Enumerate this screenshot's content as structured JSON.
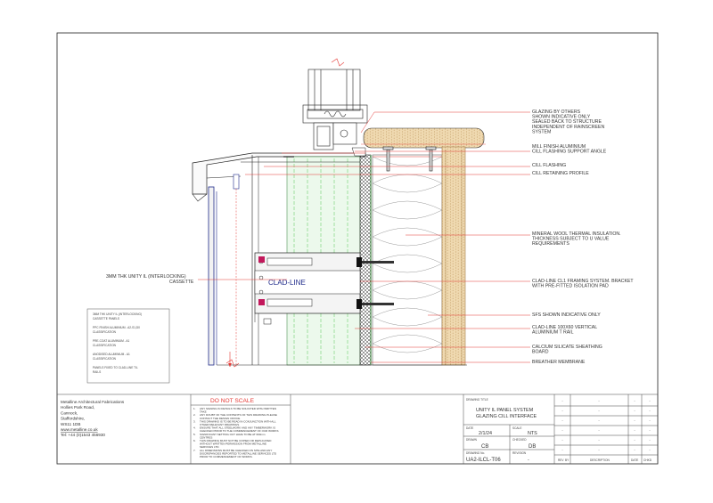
{
  "callouts_right": [
    [
      "GLAZING BY OTHERS",
      "SHOWN INDICATIVE ONLY",
      "SEALED BACK TO STRUCTURE",
      "INDEPENDENT OF RAINSCREEN",
      "SYSTEM"
    ],
    [
      "MILL FINISH ALUMINIUM",
      "CILL FLASHING SUPPORT ANGLE"
    ],
    [
      "CILL FLASHING"
    ],
    [
      "CILL RETAINING PROFILE"
    ],
    [
      "MINERAL WOOL THERMAL INSULATION.",
      "THICKNESS SUBJECT TO U VALUE",
      "REQUIREMENTS"
    ],
    [
      "CLAD-LINE CL1 FRAMING SYSTEM. BRACKET",
      "WITH PRE-FITTED ISOLATION PAD"
    ],
    [
      "SFS SHOWN INDICATIVE ONLY"
    ],
    [
      "CLAD-LINE 100X60 VERTICAL",
      "ALUMINIUM T RAIL"
    ],
    [
      "CALCIUM SILICATE SHEATHING",
      "BOARD"
    ],
    [
      "BREATHER MEMBRANE"
    ]
  ],
  "callout_left": [
    "3MM THK UNITY IL (INTERLOCKING)",
    "CASSETTE"
  ],
  "bracket_brand": "CLAD-LINE",
  "notes_box": [
    [
      "3MM THK UNITY IL (INTERLOCKING)",
      "CASSETTE PANELS"
    ],
    [
      "PPC FINISH ALUMINIUM - A2-S1,D0",
      "CLASSIFICATION"
    ],
    [
      "PRE-COAT ALUMINIUM - A1",
      "CLASSIFICATION"
    ],
    [
      "ANODISED ALUMINIUM - A1",
      "CLASSIFICATION"
    ],
    [
      "PANELS FIXED TO CLAD-LINE T/L",
      "RAILS"
    ]
  ],
  "company": {
    "lines": [
      "Metalline Architectural Fabrications",
      "Hollies Park Road,",
      "Cannock,",
      "Staffordshire,",
      "WS11 1DB"
    ],
    "website": "www.metalline.co.uk",
    "tel": "Tel: +44 (0)1543 456930"
  },
  "do_not_scale": {
    "heading": "DO NOT SCALE",
    "notes": [
      [
        "1.",
        "ANY SIGNING IN DETAILS TO BE SOLICITED WITH WRITTEN"
      ],
      [
        "",
        "TAKE"
      ],
      [
        "2.",
        "ANY DOUBT OF THE CONTENTS OF THIS DRAWING PLEASE"
      ],
      [
        "",
        "CONTACT THE DESIGN OFFICE."
      ],
      [
        "3.",
        "THIS DRAWING IS TO BE READ IN CONJUNCTION WITH ALL"
      ],
      [
        "",
        "OTHER RELEVANT DRAWINGS."
      ],
      [
        "4.",
        "ENSURE THAT ALL STEELWORK AND ANY TIMBERWORK IS"
      ],
      [
        "",
        "CHECKED PRIOR TO THE COMMENCEMENT OF OUR WORKS"
      ],
      [
        "5.",
        "SIGNIFICANT SETTING OUT HAVE TO BE AT 600mm"
      ],
      [
        "",
        "CENTRES"
      ],
      [
        "6.",
        "THIS DRAWING MUST NOT BE COPIED OR REPLICATED"
      ],
      [
        "",
        "WITHOUT WRITTEN PERMISSION FROM METALLINE"
      ],
      [
        "",
        "SERVICES LTD."
      ],
      [
        "7.",
        "ALL DIMENSIONS MUST BE CHECKED ON SITE AND ANY"
      ],
      [
        "",
        "DISCREPANCIES REPORTED TO METALLINE SERVICES LTD"
      ],
      [
        "",
        "PRIOR TO COMMENCEMENT OF WORKS."
      ]
    ]
  },
  "title_block": {
    "drawing_title_label": "DRAWING TITLE",
    "title_lines": [
      "UNITY IL PANEL SYSTEM",
      "GLAZING CILL INTERFACE"
    ],
    "date_label": "DATE",
    "date": "2/1/24",
    "scale_label": "SCALE",
    "scale": "NTS",
    "drawn_label": "DRAWN",
    "drawn": "CB",
    "checked_label": "CHECKED",
    "checked": "DB",
    "drawing_no_label": "DRAWING No.",
    "drawing_no": "UA2-ILCL-T06",
    "revision_label": "REVISION",
    "revision": "-"
  },
  "revision_table": {
    "rows": [
      [
        "-",
        "-",
        "-",
        "-",
        "-"
      ],
      [
        "-",
        "-",
        "-",
        "-",
        "-"
      ],
      [
        "-",
        "-",
        "-",
        "-",
        "-"
      ],
      [
        "-",
        "-",
        "-",
        "-",
        "-"
      ],
      [
        "-",
        "-",
        "-",
        "-",
        "-"
      ],
      [
        "-",
        "-",
        "-",
        "-",
        "-"
      ]
    ],
    "headers": [
      "REV",
      "BY",
      "DESCRIPTION",
      "DATE",
      "CHKD"
    ]
  },
  "colors": {
    "leader": "#e53935",
    "insulation_hatch": "#d9b48a",
    "timber": "#e7cfa6",
    "green_board": "#55c855",
    "rail": "#1e2a8a"
  }
}
